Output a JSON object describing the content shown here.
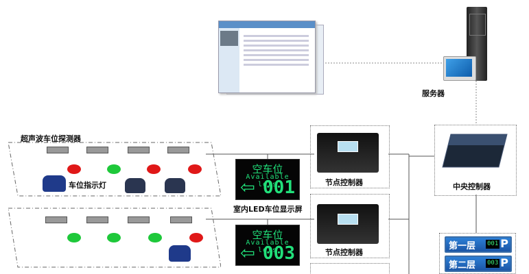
{
  "labels": {
    "server": "服务器",
    "ultrasonic_detector": "超声波车位探测器",
    "indicator_light": "车位指示灯",
    "indoor_led_display": "室内LED车位显示屏",
    "node_controller_1": "节点控制器",
    "node_controller_2": "节点控制器",
    "central_controller": "中央控制器"
  },
  "led_displays": [
    {
      "title": "空车位",
      "subtitle": "Available lots",
      "number": "001"
    },
    {
      "title": "空车位",
      "subtitle": "Available lots",
      "number": "003"
    }
  ],
  "floor_displays": [
    {
      "floor": "第一层",
      "count": "001",
      "symbol": "P"
    },
    {
      "floor": "第二层",
      "count": "003",
      "symbol": "P"
    }
  ],
  "colors": {
    "led_green": "#21e07a",
    "light_red": "#e01818",
    "light_green": "#1ec83a",
    "floor_blue": "#1b56a6"
  },
  "row1_lights": [
    "red",
    "green",
    "red",
    "red"
  ],
  "row2_lights": [
    "green",
    "green",
    "green",
    "red"
  ]
}
